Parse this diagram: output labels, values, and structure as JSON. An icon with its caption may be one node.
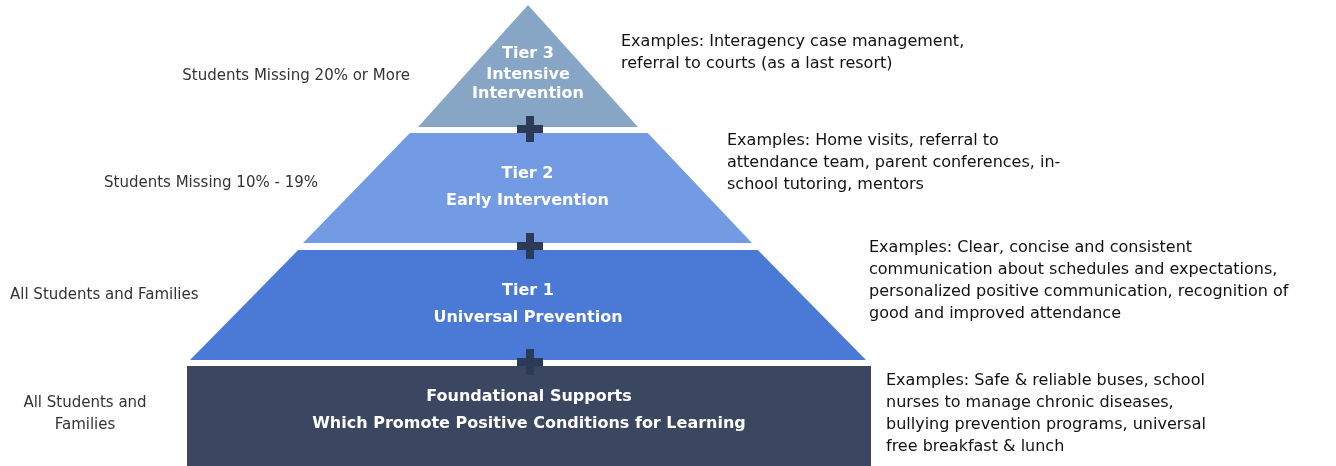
{
  "diagram": {
    "nodes": [
      {
        "text": [
          "Tier 3",
          "Intensive Intervention"
        ],
        "beside": [
          "Students Missing 20% or More",
          "Examples: Interagency case management, referral to courts (as a last resort)"
        ]
      },
      {
        "text": [
          "Tier 2",
          "Early Intervention"
        ],
        "beside": [
          "Students Missing 10% - 19%",
          "Examples: Home visits, referral to attendance team, parent conferences, in-school tutoring, mentors"
        ]
      },
      {
        "text": [
          "Tier 1",
          "Universal Prevention"
        ],
        "beside": [
          "All Students and Families",
          "Examples: Clear, concise and consistent communication about schedules and expectations, personalized positive communication, recognition of good and improved attendance"
        ]
      },
      {
        "text": [
          "Foundational Supports",
          "Which Promote Positive Conditions for Learning"
        ],
        "beside": [
          "All Students and Families",
          "Examples: Safe & reliable buses, school nurses to manage chronic diseases, bullying prevention programs, universal free breakfast & lunch"
        ]
      }
    ]
  }
}
